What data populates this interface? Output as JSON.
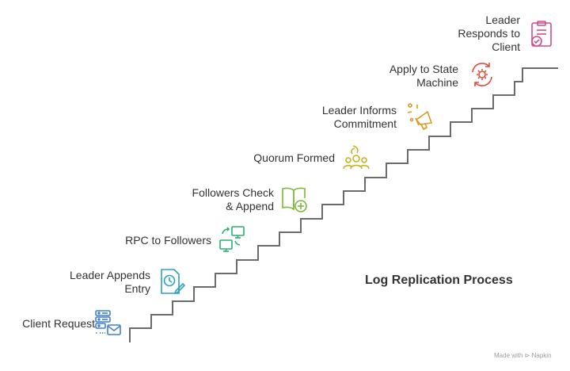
{
  "title": "Log Replication Process",
  "footer": "Made with ⊳ Napkin",
  "colors": {
    "stairs": "#6b6b6b",
    "client_request": "#3f7fd4",
    "leader_appends": "#2aa2c4",
    "rpc_followers": "#2bae72",
    "followers_check": "#7bb83a",
    "quorum": "#c3b21c",
    "informs": "#d89a22",
    "apply_state": "#e04a3a",
    "responds": "#d44a8a"
  },
  "steps": [
    {
      "label_lines": [
        "Client Request"
      ],
      "icon": "server-mail-icon"
    },
    {
      "label_lines": [
        "Leader Appends",
        "Entry"
      ],
      "icon": "clock-document-edit-icon"
    },
    {
      "label_lines": [
        "RPC to Followers"
      ],
      "icon": "sync-monitors-icon"
    },
    {
      "label_lines": [
        "Followers Check",
        "& Append"
      ],
      "icon": "book-add-icon"
    },
    {
      "label_lines": [
        "Quorum Formed"
      ],
      "icon": "group-users-icon"
    },
    {
      "label_lines": [
        "Leader Informs",
        "Commitment"
      ],
      "icon": "megaphone-icon"
    },
    {
      "label_lines": [
        "Apply to State",
        "Machine"
      ],
      "icon": "gear-cycle-icon"
    },
    {
      "label_lines": [
        "Leader",
        "Responds to",
        "Client"
      ],
      "icon": "clipboard-check-icon"
    }
  ]
}
